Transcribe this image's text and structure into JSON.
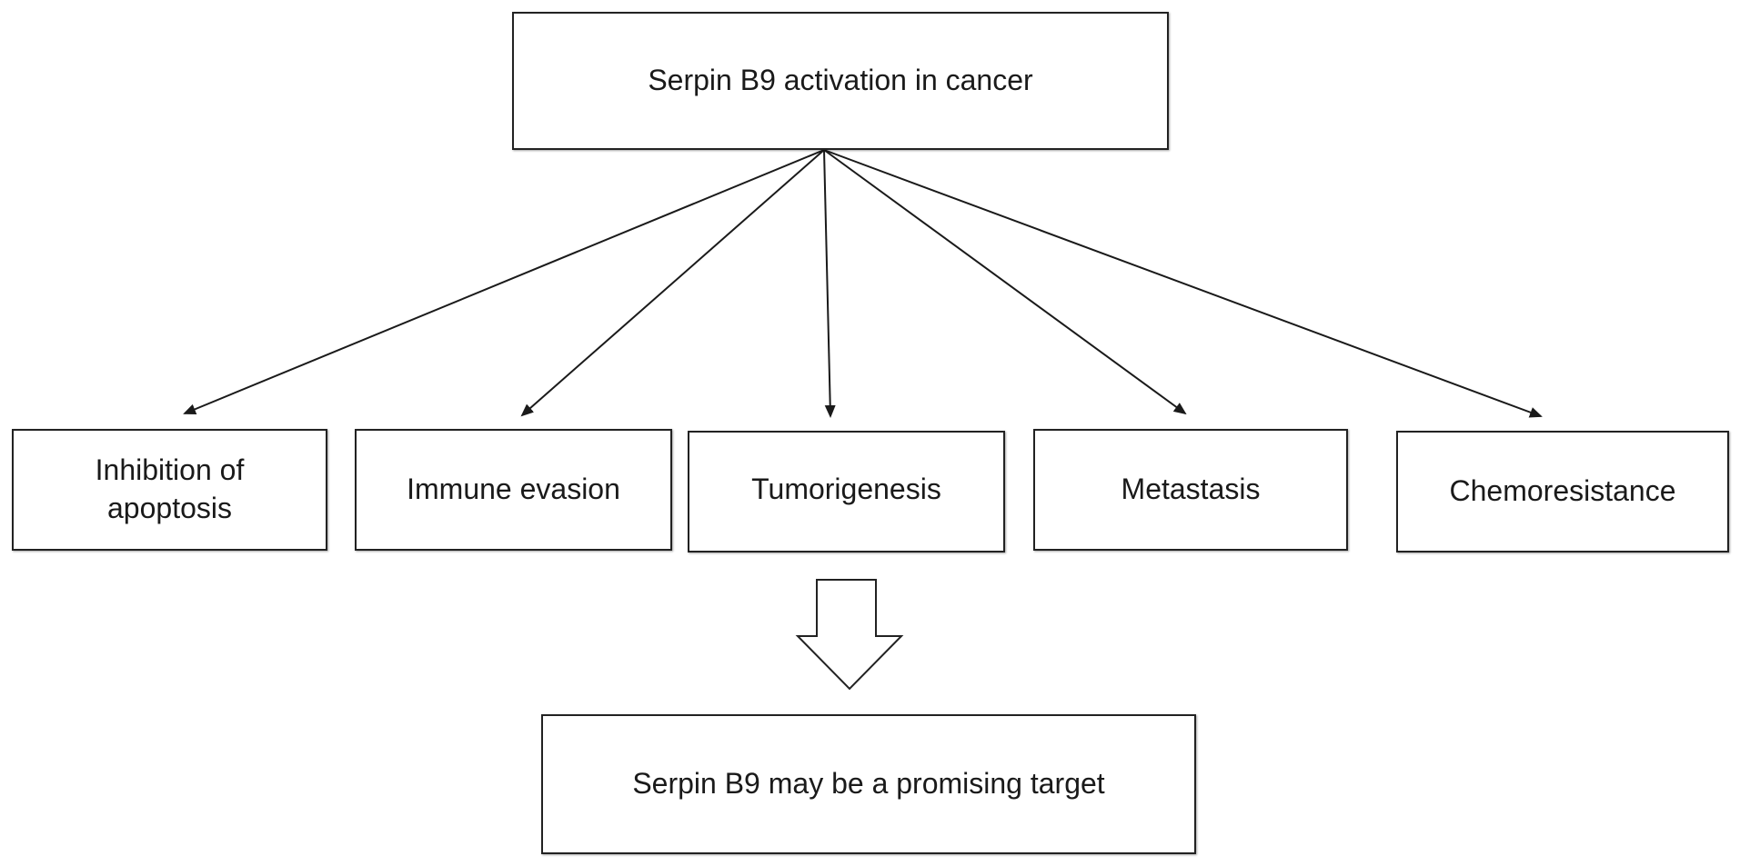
{
  "diagram": {
    "root": {
      "label": "Serpin B9 activation in cancer"
    },
    "effects": [
      {
        "label": "Inhibition of apoptosis"
      },
      {
        "label": "Immune evasion"
      },
      {
        "label": "Tumorigenesis"
      },
      {
        "label": "Metastasis"
      },
      {
        "label": "Chemoresistance"
      }
    ],
    "conclusion": {
      "label": "Serpin B9 may be a promising target"
    }
  }
}
